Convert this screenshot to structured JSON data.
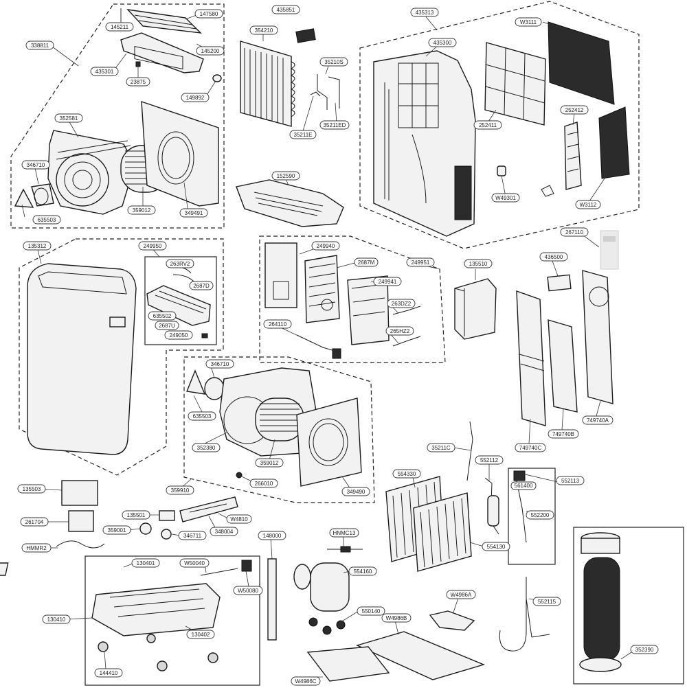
{
  "labels": {
    "l338811": "338811",
    "l145211": "145211",
    "l147580": "147580",
    "l145200": "145200",
    "l435301": "435301",
    "l23875": "23875",
    "l149892": "149892",
    "l352581": "352581",
    "l346710a": "346710",
    "l635503a": "635503",
    "l359012a": "359012",
    "l349491": "349491",
    "l435851": "435851",
    "l354210": "354210",
    "l35210S": "35210S",
    "l35211E": "35211E",
    "l35211ED": "35211ED",
    "l152590": "152590",
    "l435313": "435313",
    "l435300": "435300",
    "lW3111": "W3111",
    "l252411": "252411",
    "l252412": "252412",
    "lW49301": "W49301",
    "lW3112": "W3112",
    "l135312": "135312",
    "l249950": "249950",
    "l263RV2": "263RV2",
    "l2687D": "2687D",
    "l635502": "635502",
    "l2687U": "2687U",
    "l249050": "249050",
    "l249940": "249940",
    "l2687M": "2687M",
    "l249941": "249941",
    "l249951": "249951",
    "l263DZ2": "263DZ2",
    "l265HZ2": "265HZ2",
    "l264110": "264110",
    "l135510": "135510",
    "l267110": "267110",
    "l436500": "436500",
    "l749740C": "749740C",
    "l749740B": "749740B",
    "l749740A": "749740A",
    "l346710b": "346710",
    "l635503b": "635503",
    "l352380": "352380",
    "l359012b": "359012",
    "l349490": "349490",
    "l266010": "266010",
    "l359910": "359910",
    "l135503": "135503",
    "l135501": "135501",
    "lW4810": "W4810",
    "l359001": "359001",
    "l346711": "346711",
    "l348004": "348004",
    "l261704": "261704",
    "lHMMR2": "HMMR2",
    "l35211C": "35211C",
    "l552112": "552112",
    "l552113": "552113",
    "l561400": "561400",
    "l552200": "552200",
    "l554330": "554330",
    "l554130": "554130",
    "l148000": "148000",
    "lHNMC13": "HNMC13",
    "l554160": "554160",
    "l130401": "130401",
    "lW50040": "W50040",
    "lW50080": "W50080",
    "l130410": "130410",
    "l130402": "130402",
    "l144410": "144410",
    "l550140": "550140",
    "lW4986A": "W4986A",
    "lW4986B": "W4986B",
    "lW4986C": "W4986C",
    "l552115": "552115",
    "l352390": "352390"
  }
}
